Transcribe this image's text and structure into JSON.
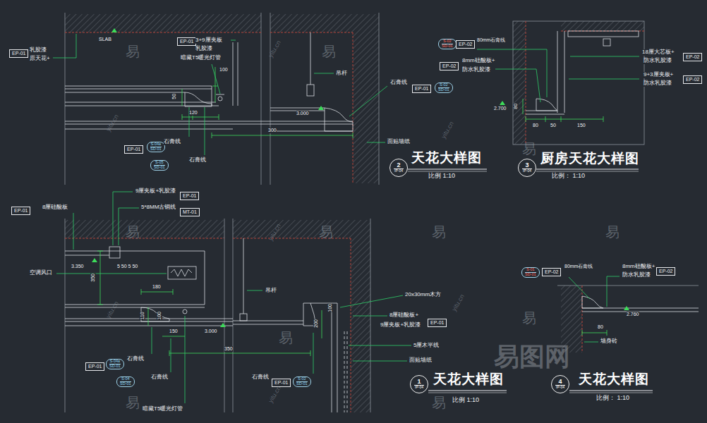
{
  "diagram": {
    "nodes": [
      {
        "text": [
          "EP-01"
        ]
      },
      {
        "text": [
          "EP-01"
        ]
      },
      {
        "text": [
          "EP-01"
        ]
      },
      {
        "text": [
          "S-02",
          "SD-01"
        ]
      },
      {
        "text": [
          "EP-01"
        ]
      },
      {
        "text": [
          "S-04a",
          "SD-01"
        ]
      },
      {
        "text": [
          "S-05",
          "SD-01"
        ]
      },
      {
        "text": [
          "2",
          "IP-04"
        ]
      },
      {
        "text": [
          "S-02",
          "SD-01"
        ]
      },
      {
        "text": [
          "EP-02"
        ]
      },
      {
        "text": [
          "EP-02"
        ]
      },
      {
        "text": [
          "EP-02"
        ]
      },
      {
        "text": [
          "EP-02"
        ]
      },
      {
        "text": [
          "3",
          "IP-04"
        ]
      },
      {
        "text": [
          "EP-01"
        ]
      },
      {
        "text": [
          "EP-01"
        ]
      },
      {
        "text": [
          "MT-01"
        ]
      },
      {
        "text": [
          "EP-01"
        ]
      },
      {
        "text": [
          "EP-01"
        ]
      },
      {
        "text": [
          "S-04a",
          "SD-01"
        ]
      },
      {
        "text": [
          "S-04",
          "SD-01"
        ]
      },
      {
        "text": [
          "EP-01"
        ]
      },
      {
        "text": [
          "S-02",
          "SD-01"
        ]
      },
      {
        "text": [
          "1",
          "IP-04"
        ]
      },
      {
        "text": [
          "S-01",
          "SD-01"
        ]
      },
      {
        "text": [
          "EP-02"
        ]
      },
      {
        "text": [
          "EP-02"
        ]
      },
      {
        "text": [
          "4",
          "IP-04"
        ]
      }
    ],
    "labels": [
      "乳胶漆",
      "原天花+",
      "SLAB",
      "3+9厘夹板",
      "乳胶漆",
      "暗藏T5暖光灯管",
      "100",
      "吊杆",
      "石膏线",
      "50",
      "120",
      "3.000",
      "300",
      "面贴墙纸",
      "石膏线",
      "石膏线",
      "天花大样图",
      "比例 1:10",
      "80mm石膏线",
      "8mm硅酸板+",
      "防水乳胶漆",
      "18厘大芯板+",
      "防水乳胶漆",
      "9+3厘夹板+",
      "防水乳胶漆",
      "2.700",
      "80",
      "80",
      "50",
      "150",
      "厨房天花大样图",
      "比例：  1:10",
      "8厘硅酸板",
      "9厘夹板+乳胶漆",
      "5*8MM古铜线",
      "3.350",
      "5 50 5 50",
      "空调风口",
      "350",
      "180",
      "110",
      "100",
      "150",
      "3.000",
      "350",
      "吊杆",
      "20x30mm木方",
      "8厘硅酸板+",
      "9厘夹板+乳胶漆",
      "200",
      "100",
      "5厘木平线",
      "面贴墙纸",
      "石膏线",
      "石膏线",
      "石膏线",
      "暗藏T5暖光灯管",
      "天花大样图",
      "比例 1:10",
      "80mm石膏线",
      "8mm硅酸板+",
      "防水乳胶漆",
      "2.760",
      "80",
      "墙身砖",
      "天花大样图",
      "比例：  1:10",
      "易",
      "易",
      "易",
      "易",
      "易",
      "易",
      "易",
      "易",
      "易",
      "易",
      "易",
      "yitu.cn",
      "yitu.cn",
      "yitu.cn",
      "yitu.cn",
      "yitu.cn",
      "yitu.cn",
      "yitu.cn",
      "易图网"
    ]
  }
}
